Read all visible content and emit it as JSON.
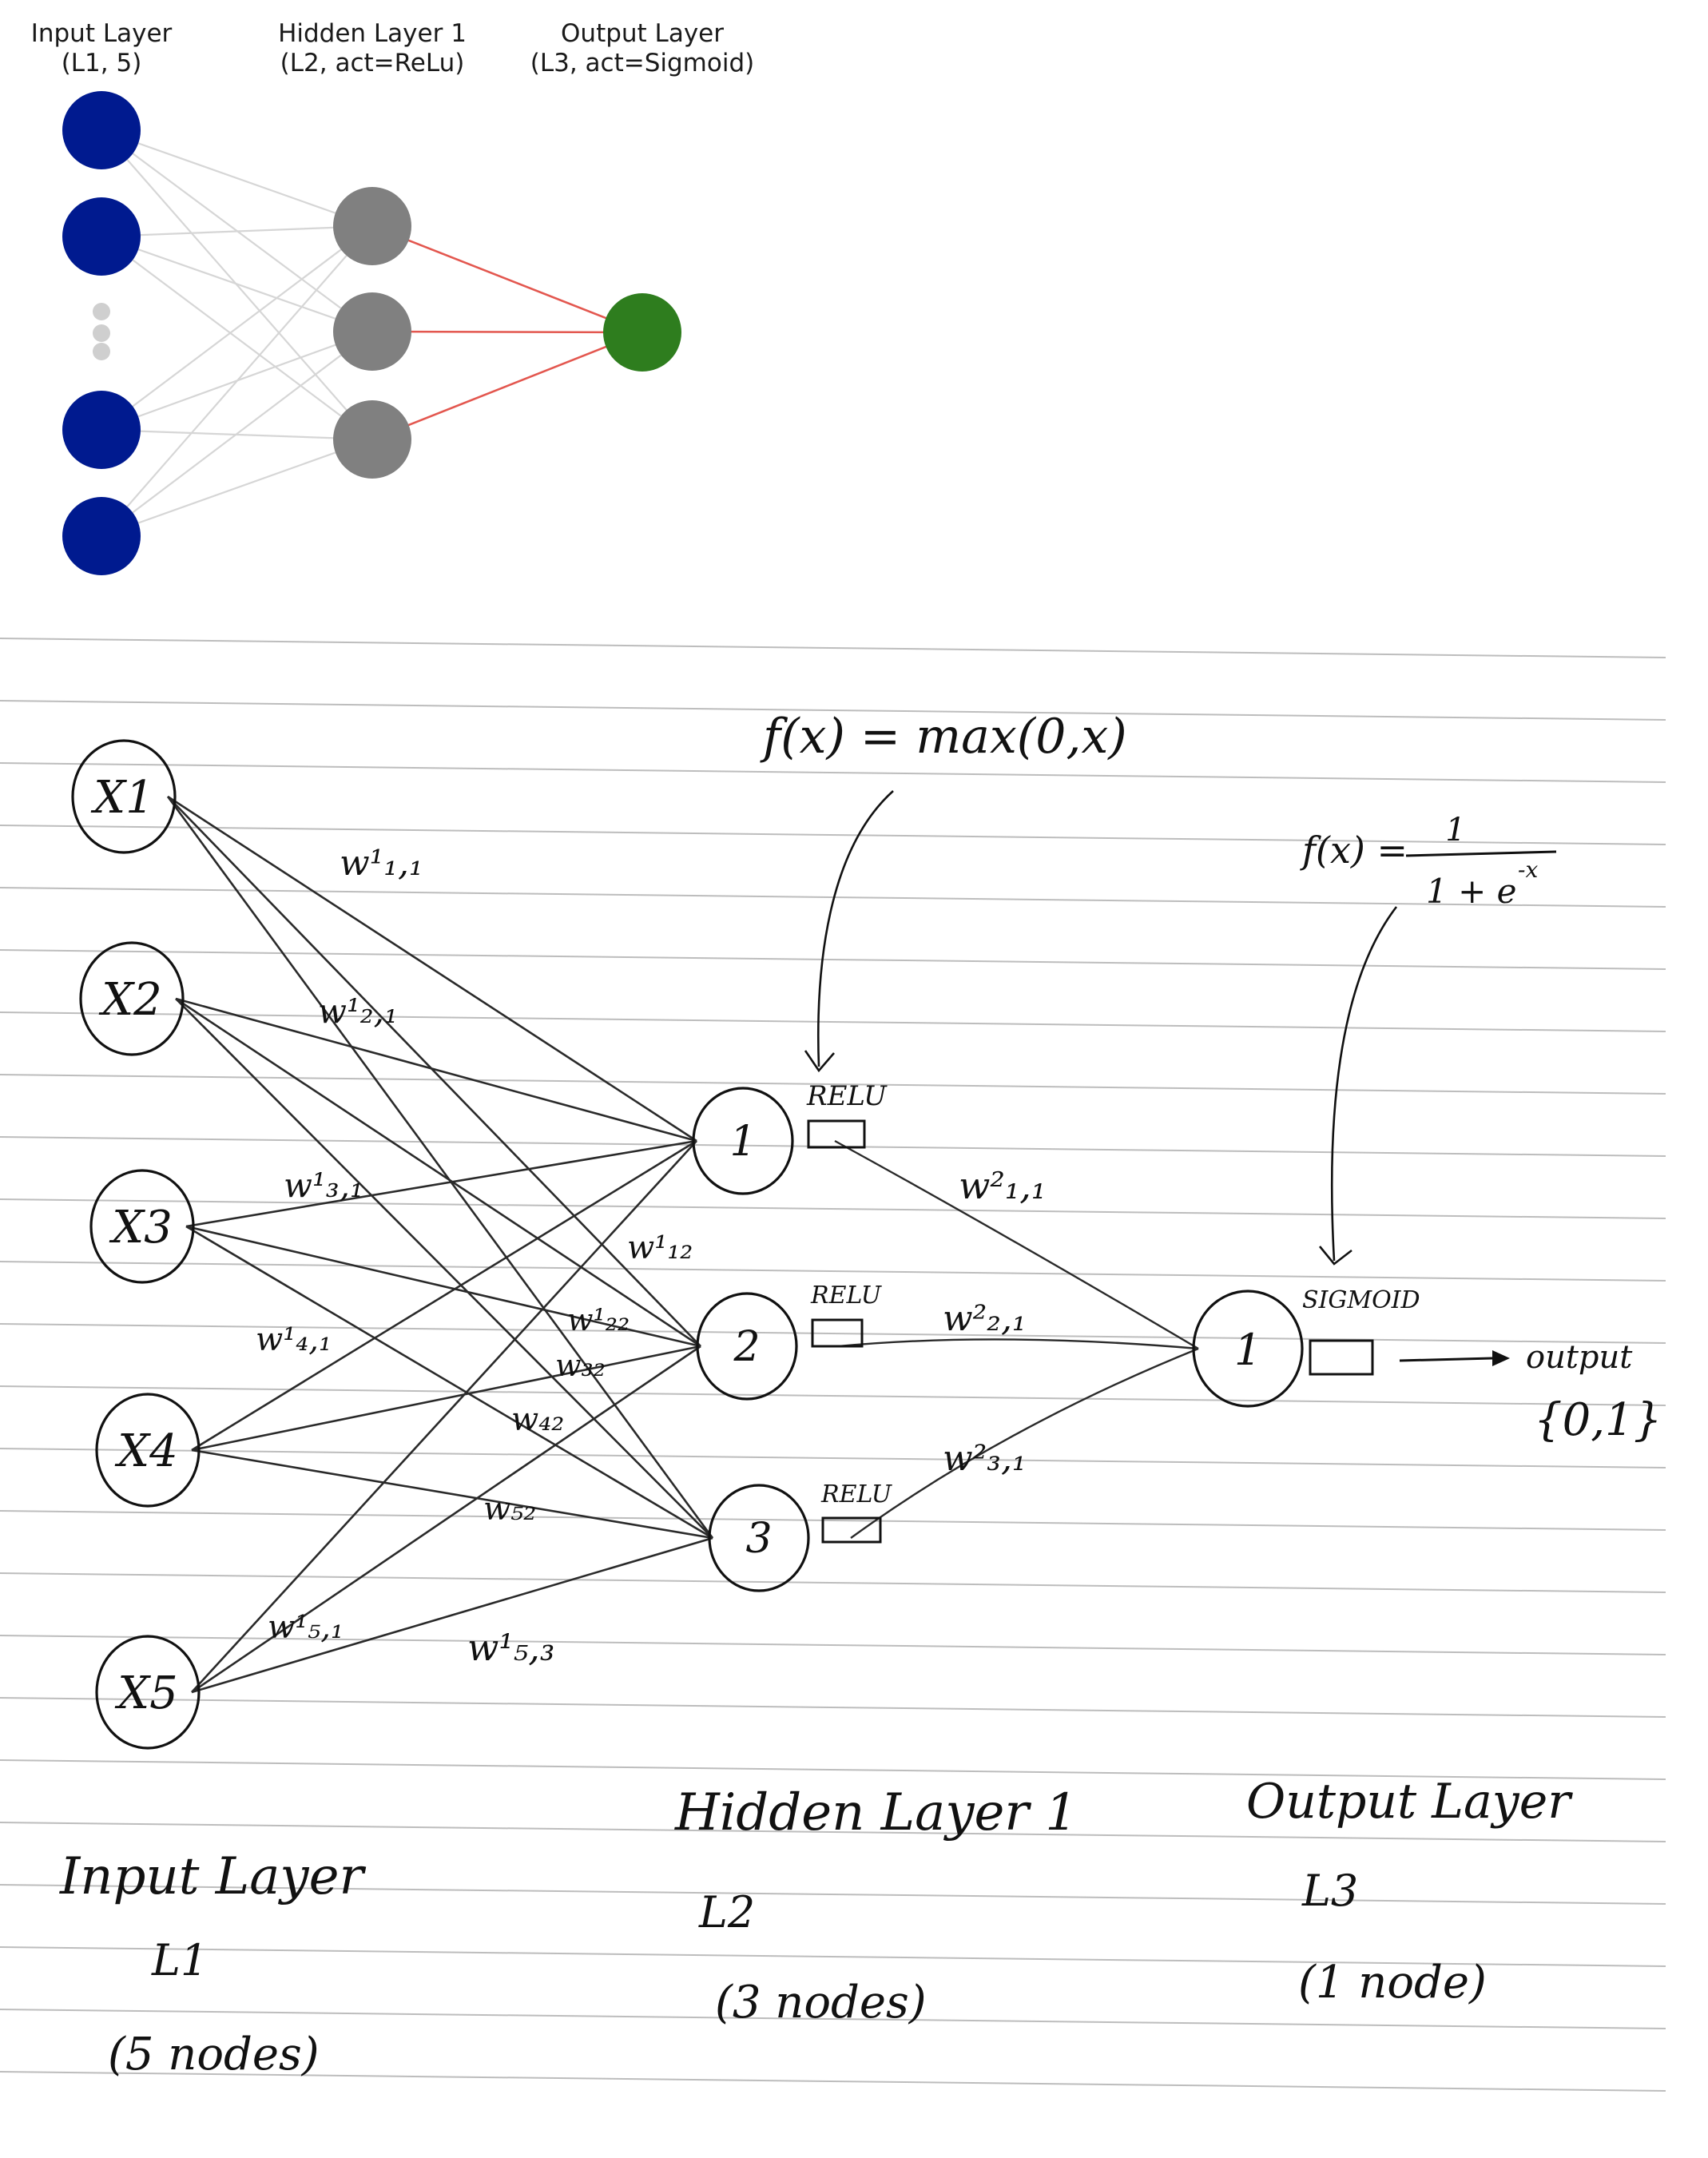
{
  "top_network": {
    "layers": [
      {
        "title": "Input Layer",
        "subtitle": "(L1, 5)"
      },
      {
        "title": "Hidden Layer 1",
        "subtitle": "(L2, act=ReLu)"
      },
      {
        "title": "Output Layer",
        "subtitle": "(L3, act=Sigmoid)"
      }
    ],
    "colors": {
      "input_node": "#001a8f",
      "hidden_node": "#808080",
      "output_node": "#2e7d1e",
      "input_edge": "#d6d6d6",
      "output_edge": "#e3574f",
      "ellipsis_dot": "#cfcfcf"
    }
  },
  "notebook": {
    "relu_formula": "f(x) = max(0,x)",
    "sigmoid_formula_lhs": "f(x) =",
    "sigmoid_formula_num": "1",
    "sigmoid_formula_den": "1 + e",
    "sigmoid_formula_exp": "-x",
    "input_nodes": [
      "X1",
      "X2",
      "X3",
      "X4",
      "X5"
    ],
    "hidden_nodes": [
      "1",
      "2",
      "3"
    ],
    "output_node": "1",
    "activation_boxes": [
      "RELU",
      "RELU",
      "RELU",
      "SIGMOID"
    ],
    "weight_labels": [
      "w¹₁,₁",
      "w¹₂,₁",
      "w¹₃,₁",
      "w¹₁₂",
      "w¹₄,₁",
      "w¹₂₂",
      "w₃₂",
      "w₄₂",
      "w₅₂",
      "w¹₅,₁",
      "w¹₅,₃",
      "w²₁,₁",
      "w²₂,₁",
      "w²₃,₁"
    ],
    "output_text": "output",
    "output_set": "{0,1}",
    "layer_captions": [
      {
        "title": "Input Layer",
        "code": "L1",
        "count": "(5 nodes)"
      },
      {
        "title": "Hidden Layer 1",
        "code": "L2",
        "count": "(3 nodes)"
      },
      {
        "title": "Output Layer",
        "code": "L3",
        "count": "(1 node)"
      }
    ],
    "colors": {
      "ink": "#111111",
      "ruled_line": "#bdbdbd",
      "edge": "#2a2a2a"
    }
  }
}
